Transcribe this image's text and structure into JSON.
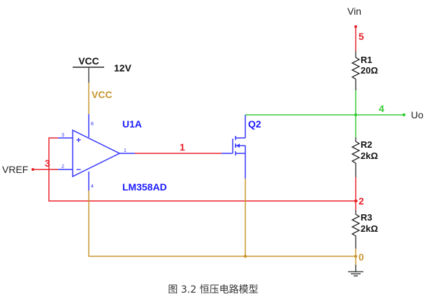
{
  "diagram": {
    "type": "circuit-schematic",
    "caption": "图 3.2 恒压电路模型",
    "colors": {
      "wire_red": "#e8202a",
      "wire_green": "#33cc33",
      "wire_gold": "#c8952e",
      "wire_blue": "#3333ff",
      "wire_black": "#222222",
      "label_blue": "#1a1aff",
      "label_gold": "#c8952e"
    },
    "supply": {
      "name": "VCC",
      "voltage": "12V",
      "net_label": "VCC"
    },
    "opamp": {
      "ref": "U1A",
      "part": "LM358AD",
      "pins": {
        "non_inverting": "3",
        "inverting": "2",
        "output": "1",
        "vcc": "8",
        "gnd": "4"
      },
      "plus_symbol": "+",
      "minus_symbol": "−"
    },
    "transistor": {
      "ref": "Q2"
    },
    "input": {
      "name": "VREF"
    },
    "vin": {
      "name": "Vin"
    },
    "output": {
      "name": "Uo"
    },
    "resistors": [
      {
        "ref": "R1",
        "value": "20Ω"
      },
      {
        "ref": "R2",
        "value": "2kΩ"
      },
      {
        "ref": "R3",
        "value": "2kΩ"
      }
    ],
    "nets": {
      "n0": "0",
      "n1": "1",
      "n2": "2",
      "n3": "3",
      "n4": "4",
      "n5": "5"
    }
  }
}
